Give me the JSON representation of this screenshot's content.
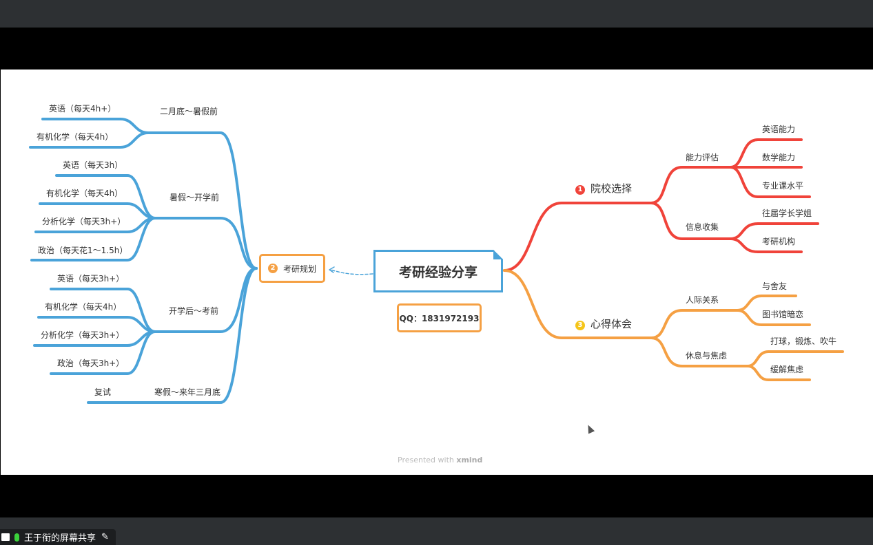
{
  "colors": {
    "left_branch": "#4aa3d9",
    "red_branch": "#f0433a",
    "orange_branch": "#f5a043",
    "topic_number_1": "#f0433a",
    "topic_number_3": "#f5c518"
  },
  "center": {
    "title": "考研经验分享",
    "qq": "QQ：1831972193"
  },
  "plan": {
    "number": "2",
    "label": "考研规划",
    "periods": [
      {
        "label": "二月底～暑假前",
        "items": [
          "英语（每天4h+）",
          "有机化学（每天4h）"
        ]
      },
      {
        "label": "暑假～开学前",
        "items": [
          "英语（每天3h）",
          "有机化学（每天4h）",
          "分析化学（每天3h+）",
          "政治（每天花1～1.5h）"
        ]
      },
      {
        "label": "开学后～考前",
        "items": [
          "英语（每天3h+）",
          "有机化学（每天4h）",
          "分析化学（每天3h+）",
          "政治（每天3h+）"
        ]
      },
      {
        "label": "寒假～来年三月底",
        "items": [
          "复试"
        ]
      }
    ]
  },
  "school": {
    "number": "1",
    "label": "院校选择",
    "groups": [
      {
        "label": "能力评估",
        "items": [
          "英语能力",
          "数学能力",
          "专业课水平"
        ]
      },
      {
        "label": "信息收集",
        "items": [
          "往届学长学姐",
          "考研机构"
        ]
      }
    ]
  },
  "insight": {
    "number": "3",
    "label": "心得体会",
    "groups": [
      {
        "label": "人际关系",
        "items": [
          "与舍友",
          "图书馆暗恋"
        ]
      },
      {
        "label": "休息与焦虑",
        "items": [
          "打球，锻炼、吹牛",
          "缓解焦虑"
        ]
      }
    ]
  },
  "footer": {
    "prefix": "Presented with ",
    "brand": "xmind"
  },
  "share_bar": {
    "label": "王于衔的屏幕共享"
  }
}
